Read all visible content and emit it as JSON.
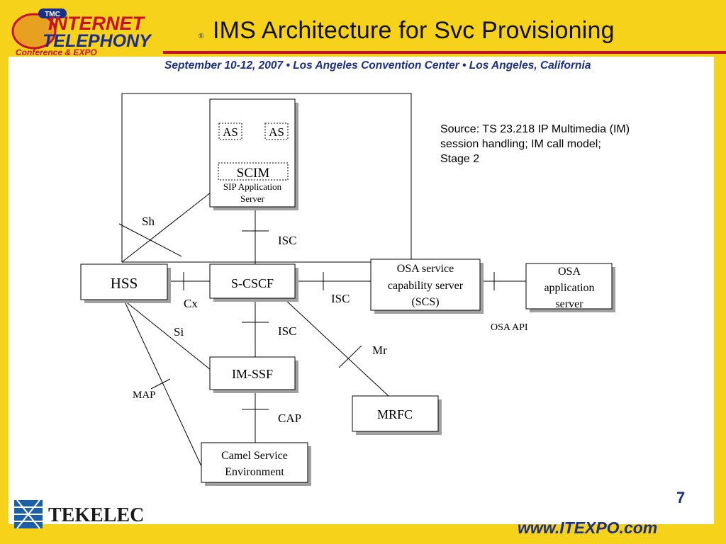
{
  "header": {
    "title": "IMS Architecture for Svc Provisioning",
    "subtitle": "September 10-12, 2007 • Los Angeles Convention Center • Los Angeles, California",
    "logo": {
      "badge": "TMC",
      "line1": "INTERNET",
      "line2": "TELEPHONY",
      "line3": "Conference & EXPO",
      "reg_mark": "®"
    }
  },
  "source_note": {
    "lines": [
      "Source: TS 23.218 IP Multimedia (IM)",
      "session handling; IM call model;",
      "Stage 2"
    ]
  },
  "diagram": {
    "nodes": {
      "as_left": "AS",
      "as_right": "AS",
      "scim": "SCIM",
      "sip_as_line1": "SIP Application",
      "sip_as_line2": "Server",
      "hss": "HSS",
      "scscf": "S-CSCF",
      "osa_scs_line1": "OSA service",
      "osa_scs_line2": "capability server",
      "osa_scs_line3": "(SCS)",
      "osa_app_line1": "OSA",
      "osa_app_line2": "application",
      "osa_app_line3": "server",
      "imssf": "IM-SSF",
      "mrfc": "MRFC",
      "camel_line1": "Camel Service",
      "camel_line2": "Environment"
    },
    "interfaces": {
      "sh": "Sh",
      "isc_top": "ISC",
      "cx": "Cx",
      "isc_osa": "ISC",
      "si": "Si",
      "isc_mid": "ISC",
      "mr": "Mr",
      "osa_api": "OSA API",
      "map": "MAP",
      "cap": "CAP"
    }
  },
  "footer": {
    "page_number": "7",
    "url": "www.ITEXPO.com",
    "company": "TEKELEC"
  },
  "colors": {
    "frame": "#f7d21a",
    "accent_red": "#c8102e",
    "accent_blue": "#1b2f8a"
  }
}
